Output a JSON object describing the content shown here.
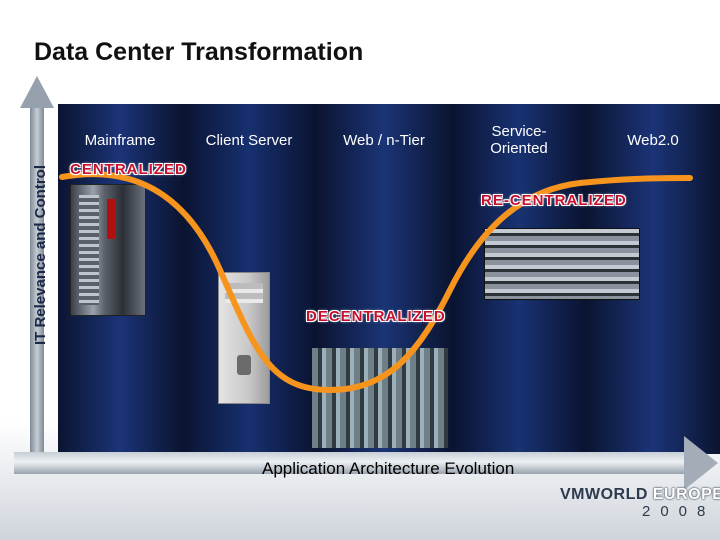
{
  "title": "Data Center Transformation",
  "y_axis_label": "IT Relevance and Control",
  "x_axis_label": "Application Architecture Evolution",
  "eras": [
    {
      "label": "Mainframe"
    },
    {
      "label": "Client Server"
    },
    {
      "label": "Web / n-Tier"
    },
    {
      "label": "Service-\nOriented"
    },
    {
      "label": "Web2.0"
    }
  ],
  "phases": {
    "centralized": "CENTRALIZED",
    "decentralized": "DECENTRALIZED",
    "recentralized": "RE-CENTRALIZED"
  },
  "logo": {
    "main": "VMWORLD ",
    "accent": "EUROPE",
    "year": "2008"
  },
  "colors": {
    "title": "#111111",
    "panel": "#0d1a3c",
    "curve": "#f7941d",
    "phase_text": "#c8102e"
  },
  "icons": {
    "mainframe": "mainframe-image",
    "client_server": "pc-tower-image",
    "web_ntier": "server-room-image",
    "service_oriented": "server-rack-image"
  }
}
